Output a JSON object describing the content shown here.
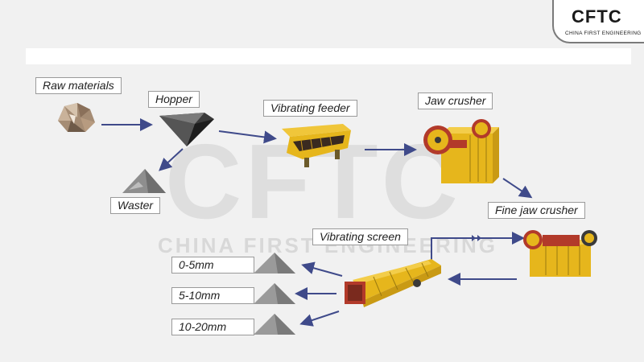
{
  "logo": {
    "name": "CFTC",
    "tagline": "CHINA FIRST ENGINEERING"
  },
  "watermark": {
    "large": "CFTC",
    "small": "CHINA FIRST ENGINEERING"
  },
  "flow": {
    "raw_materials": "Raw materials",
    "hopper": "Hopper",
    "vibrating_feeder": "Vibrating feeder",
    "jaw_crusher": "Jaw crusher",
    "waster": "Waster",
    "fine_jaw_crusher": "Fine jaw crusher",
    "vibrating_screen": "Vibrating screen"
  },
  "outputs": [
    {
      "label": "0-5mm"
    },
    {
      "label": "5-10mm"
    },
    {
      "label": "10-20mm"
    }
  ],
  "colors": {
    "machine_yellow": "#e6b61c",
    "machine_red": "#b23a2a",
    "arrow": "#3f4a8a"
  }
}
